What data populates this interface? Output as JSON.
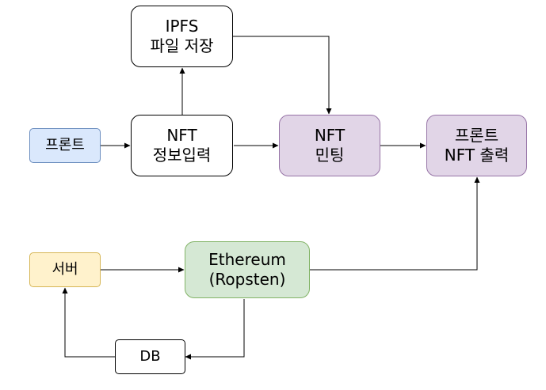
{
  "nodes": {
    "ipfs": {
      "line1": "IPFS",
      "line2": "파일 저장"
    },
    "front_in": {
      "label": "프론트",
      "fill": "#dae8fc",
      "stroke": "#6c8ebf"
    },
    "nft_info": {
      "line1": "NFT",
      "line2": "정보입력"
    },
    "minting": {
      "line1": "NFT",
      "line2": "민팅",
      "fill": "#e1d5e7",
      "stroke": "#9673a6"
    },
    "front_out": {
      "line1": "프론트",
      "line2": "NFT 출력",
      "fill": "#e1d5e7",
      "stroke": "#9673a6"
    },
    "server": {
      "label": "서버",
      "fill": "#fff2cc",
      "stroke": "#d6b656"
    },
    "ethereum": {
      "line1": "Ethereum",
      "line2": "(Ropsten)",
      "fill": "#d5e8d4",
      "stroke": "#82b366"
    },
    "db": {
      "label": "DB"
    }
  },
  "edges": [
    [
      "front_in",
      "nft_info"
    ],
    [
      "nft_info",
      "ipfs"
    ],
    [
      "ipfs",
      "minting"
    ],
    [
      "nft_info",
      "minting"
    ],
    [
      "minting",
      "front_out"
    ],
    [
      "server",
      "ethereum"
    ],
    [
      "ethereum",
      "front_out"
    ],
    [
      "ethereum",
      "db"
    ],
    [
      "db",
      "server"
    ]
  ]
}
